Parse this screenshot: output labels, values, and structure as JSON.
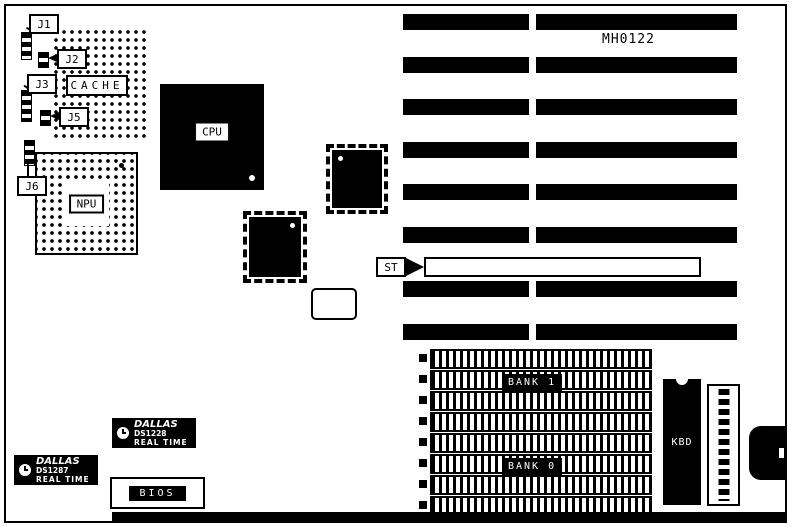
{
  "model_number": "MH0122",
  "labels": {
    "j1": "J1",
    "j2": "J2",
    "j3": "J3",
    "j5": "J5",
    "j6": "J6",
    "cache": "CACHE",
    "cpu": "CPU",
    "npu": "NPU",
    "st": "ST",
    "bank1": "BANK 1",
    "bank0": "BANK 0",
    "kbd": "KBD",
    "bios": "BIOS"
  },
  "rtc_chips": [
    {
      "brand": "DALLAS",
      "part": "DS1228",
      "type": "REAL TIME"
    },
    {
      "brand": "DALLAS",
      "part": "DS1287",
      "type": "REAL TIME"
    }
  ],
  "colors": {
    "chip": "#000000",
    "board": "#ffffff"
  }
}
